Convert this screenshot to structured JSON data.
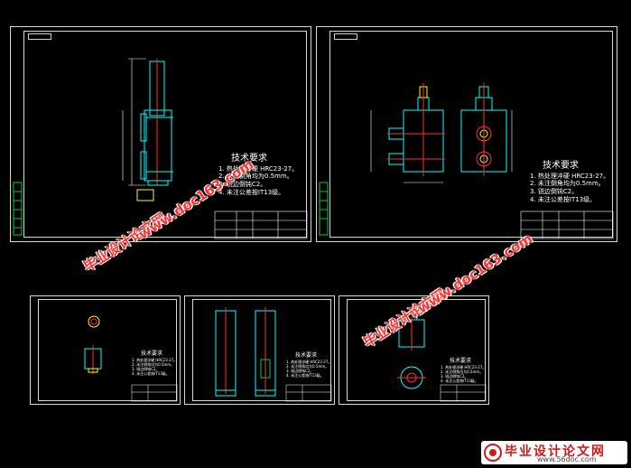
{
  "sheets": [
    {
      "id": "top-left",
      "requirements_title": "技术要求",
      "requirements": [
        "1. 热处理淬硬 HRC23-27。",
        "2. 未注倒角均为0.5mm。",
        "3. 锐边倒钝C2。",
        "4. 未注公差按IT13级。"
      ]
    },
    {
      "id": "top-right",
      "requirements_title": "技术要求",
      "requirements": [
        "1. 热处理淬硬 HRC23-27。",
        "2. 未注倒角均为0.5mm。",
        "3. 锐边倒钝C2。",
        "4. 未注公差按IT13级。"
      ]
    },
    {
      "id": "bottom-1",
      "requirements_title": "技术要求",
      "requirements": [
        "1. 热处理淬硬 HRC23-27。",
        "2. 未注倒角均为0.5mm。",
        "3. 锐边倒钝C2。",
        "4. 未注公差按IT13级。"
      ]
    },
    {
      "id": "bottom-2",
      "requirements_title": "技术要求",
      "requirements": [
        "1. 热处理淬硬 HRC23-27。",
        "2. 未注倒角均为0.5mm。",
        "3. 锐边倒钝C2。",
        "4. 未注公差按IT13级。"
      ]
    },
    {
      "id": "bottom-3",
      "requirements_title": "技术要求",
      "requirements": [
        "1. 热处理淬硬 HRC23-27。",
        "2. 未注倒角均为0.5mm。",
        "3. 锐边倒钝C2。",
        "4. 未注公差按IT13级。"
      ]
    }
  ],
  "watermarks": {
    "cn": "毕业设计论文网",
    "url": "www.doc163.com"
  },
  "logo": {
    "text": "毕业设计论文网",
    "url": "www.56doc.com"
  },
  "colors": {
    "background": "#000000",
    "line": "#d8d8d8",
    "part": "#00ffff",
    "center": "#ff3030",
    "green": "#00cc44",
    "yellow": "#ffff00",
    "watermark": "#ff2020"
  }
}
